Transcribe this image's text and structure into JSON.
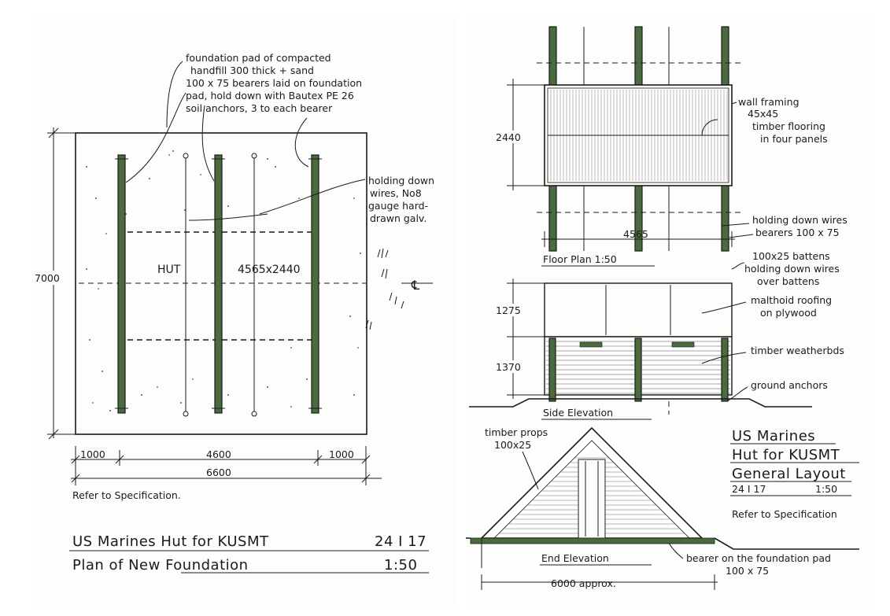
{
  "plan": {
    "note_pad": [
      "foundation pad of compacted",
      "handfill 300 thick + sand"
    ],
    "note_bearers": [
      "100 x 75  bearers laid on foundation",
      "pad, hold down with Bautex PE 26",
      "soil anchors, 3 to each bearer"
    ],
    "note_wires": [
      "holding down",
      "wires, No8",
      "gauge hard-",
      "drawn galv."
    ],
    "hut_label": "HUT",
    "hut_size": "4565x2440",
    "centerline": "℄",
    "dim_7000": "7000",
    "dim_1000_left": "1000",
    "dim_4600": "4600",
    "dim_1000_right": "1000",
    "dim_6600": "6600",
    "refer": "Refer to Specification.",
    "title_line1": "US Marines Hut for KUSMT",
    "title_date": "24 I 17",
    "title_line2": "Plan of New Foundation",
    "title_scale": "1:50"
  },
  "floor_plan": {
    "dim_2440": "2440",
    "dim_4565": "4565",
    "note_wall": [
      "wall framing",
      "45x45"
    ],
    "note_flooring": [
      "timber flooring",
      "in four panels"
    ],
    "note_wires": "holding down wires",
    "note_bearers": "bearers 100 x 75",
    "label": "Floor Plan 1:50"
  },
  "side_elevation": {
    "dim_1275": "1275",
    "dim_1370": "1370",
    "note_battens": "100x25 battens",
    "note_holding": [
      "holding down wires",
      "over battens"
    ],
    "note_roofing": [
      "malthoid roofing",
      "on plywood"
    ],
    "note_weather": "timber weatherbds",
    "note_anchors": "ground anchors",
    "label": "Side Elevation"
  },
  "end_elevation": {
    "note_props": [
      "timber props",
      "100x25"
    ],
    "label": "End Elevation",
    "note_bearer": [
      "bearer on the foundation pad",
      "100 x 75"
    ],
    "dim_6000": "6000 approx."
  },
  "title_block": {
    "line1": "US Marines",
    "line2": "Hut for KUSMT",
    "line3": "General Layout",
    "date": "24 I 17",
    "scale": "1:50",
    "refer": "Refer to Specification"
  },
  "colors": {
    "bearer": "#4a6b3e",
    "ink": "#1a1a1a"
  }
}
